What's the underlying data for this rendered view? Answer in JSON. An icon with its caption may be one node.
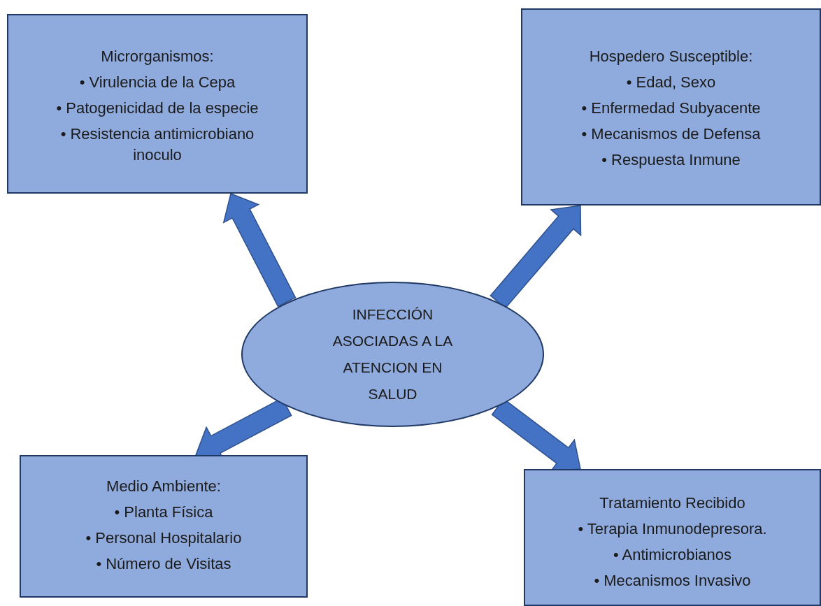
{
  "diagram": {
    "nodes": [
      {
        "text": [
          "Microrganismos:",
          "• Virulencia de la Cepa",
          "• Patogenicidad de la especie",
          "• Resistencia antimicrobiano inoculo"
        ]
      },
      {
        "text": [
          "Hospedero Susceptible:",
          "• Edad, Sexo",
          "• Enfermedad Subyacente",
          "• Mecanismos de Defensa",
          "• Respuesta Inmune"
        ]
      },
      {
        "text": [
          "INFECCIÓN ASOCIADAS A LA ATENCION EN SALUD"
        ]
      },
      {
        "text": [
          "Medio Ambiente:",
          "• Planta Física",
          "• Personal Hospitalario",
          "• Número de Visitas"
        ]
      },
      {
        "text": [
          "Tratamiento Recibido",
          "• Terapia Inmunodepresora.",
          "• Antimicrobianos",
          "• Mecanismos Invasivo"
        ]
      }
    ],
    "edges": [
      {
        "from": 2,
        "to": 0,
        "arrow": "to",
        "style": "thick"
      },
      {
        "from": 2,
        "to": 1,
        "arrow": "to",
        "style": "thick"
      },
      {
        "from": 2,
        "to": 3,
        "arrow": "to",
        "style": "thick"
      },
      {
        "from": 2,
        "to": 4,
        "arrow": "to",
        "style": "thick"
      }
    ]
  }
}
